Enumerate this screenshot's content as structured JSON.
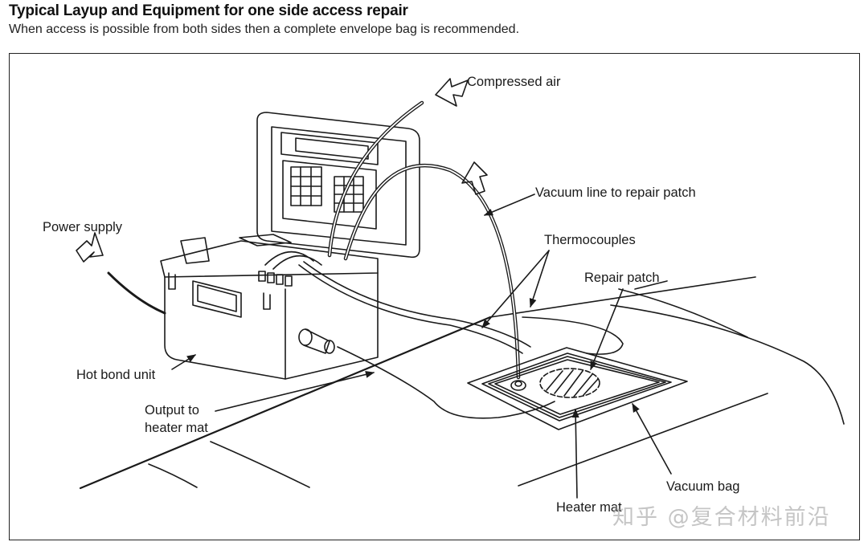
{
  "header": {
    "title": "Typical Layup and Equipment for one side access repair",
    "subtitle": "When access is possible from both sides then a complete envelope bag is recommended."
  },
  "labels": {
    "compressed_air": "Compressed air",
    "vacuum_line": "Vacuum line to repair patch",
    "power_supply": "Power supply",
    "thermocouples": "Thermocouples",
    "repair_patch": "Repair patch",
    "hot_bond_unit": "Hot bond unit",
    "output_to_1": "Output to",
    "output_to_2": "heater mat",
    "vacuum_bag": "Vacuum bag",
    "heater_mat": "Heater mat"
  },
  "watermark": "知乎 @复合材料前沿"
}
